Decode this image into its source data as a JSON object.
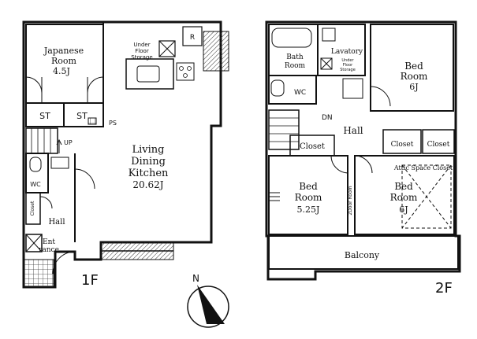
{
  "floor1": {
    "floor_label": "1F",
    "japanese_room": {
      "name_line1": "Japanese",
      "name_line2": "Room",
      "size": "4.5J"
    },
    "storage": {
      "st1": "ST",
      "st2": "ST",
      "ps": "PS"
    },
    "under_floor_storage": {
      "line1": "Under",
      "line2": "Floor",
      "line3": "Storage"
    },
    "refrigerator_mark": "R",
    "ldk": {
      "line1": "Living",
      "line2": "Dining",
      "line3": "Kitchen",
      "size": "20.62J"
    },
    "up_label": "UP",
    "wc_label": "WC",
    "closet_label": "Closet",
    "hall_label": "Hall",
    "entrance": {
      "line1": "Ent",
      "line2": "rance"
    }
  },
  "floor2": {
    "floor_label": "2F",
    "bath_room": {
      "line1": "Bath",
      "line2": "Room"
    },
    "lavatory": {
      "name": "Lavatory",
      "line1": "Under",
      "line2": "Floor",
      "line3": "Storage"
    },
    "wc_label": "WC",
    "bed_room_ne": {
      "line1": "Bed",
      "line2": "Room",
      "size": "6J"
    },
    "dn_label": "DN",
    "hall_label": "Hall",
    "closets": [
      "Closet",
      "Closet",
      "Closet"
    ],
    "attic_label": "Attic Space Closet",
    "bed_room_sw": {
      "line1": "Bed",
      "line2": "Room",
      "size": "5.25J"
    },
    "door_label": "2Door Room",
    "bed_room_se": {
      "line1": "Bed",
      "line2": "Room",
      "size": "6J"
    },
    "balcony_label": "Balcony"
  },
  "compass": {
    "north_label": "N"
  }
}
